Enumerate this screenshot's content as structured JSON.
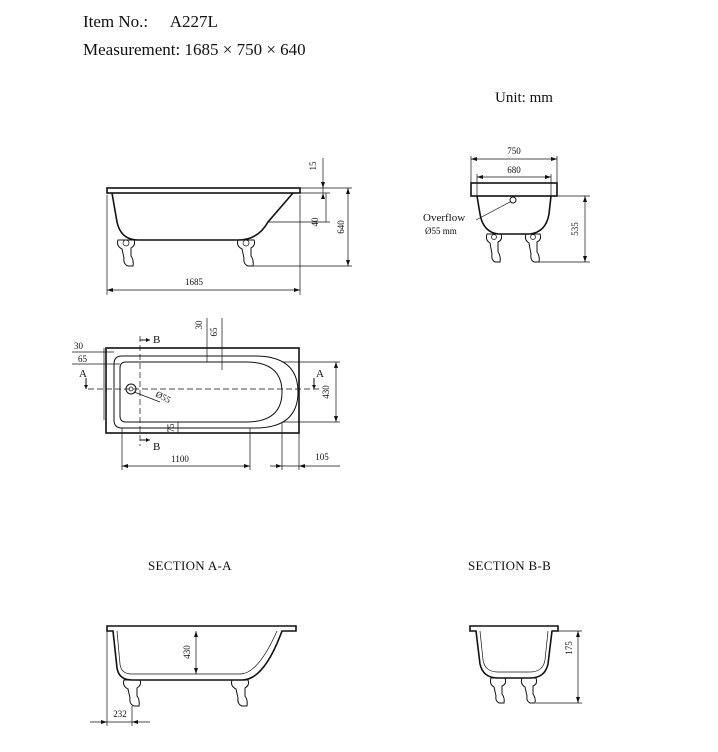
{
  "header": {
    "item_no_label": "Item No.:",
    "item_no_value": "A227L",
    "measurement_label": "Measurement:",
    "measurement_value": "1685 × 750 ×  640",
    "unit_label": "Unit: mm"
  },
  "side_view": {
    "dim_total_length": "1685",
    "dim_rim_thickness": "15",
    "dim_apron": "40",
    "dim_total_height": "640"
  },
  "end_view": {
    "dim_outer_width": "750",
    "dim_inner_width": "680",
    "dim_height": "535",
    "overflow_label": "Overflow",
    "overflow_size": "Ø55 mm"
  },
  "top_view": {
    "dim_30_left": "30",
    "dim_65_left": "65",
    "dim_30_top": "30",
    "dim_65_top": "65",
    "dim_inner_length": "1100",
    "dim_inner_width": "430",
    "dim_end": "105",
    "dim_drain_offset": "75",
    "drain_label": "Ø55",
    "marker_a": "A",
    "marker_b": "B"
  },
  "section_aa": {
    "title": "SECTION  A-A",
    "dim_depth": "430",
    "dim_offset": "232"
  },
  "section_bb": {
    "title": "SECTION  B-B",
    "dim_depth": "175"
  }
}
